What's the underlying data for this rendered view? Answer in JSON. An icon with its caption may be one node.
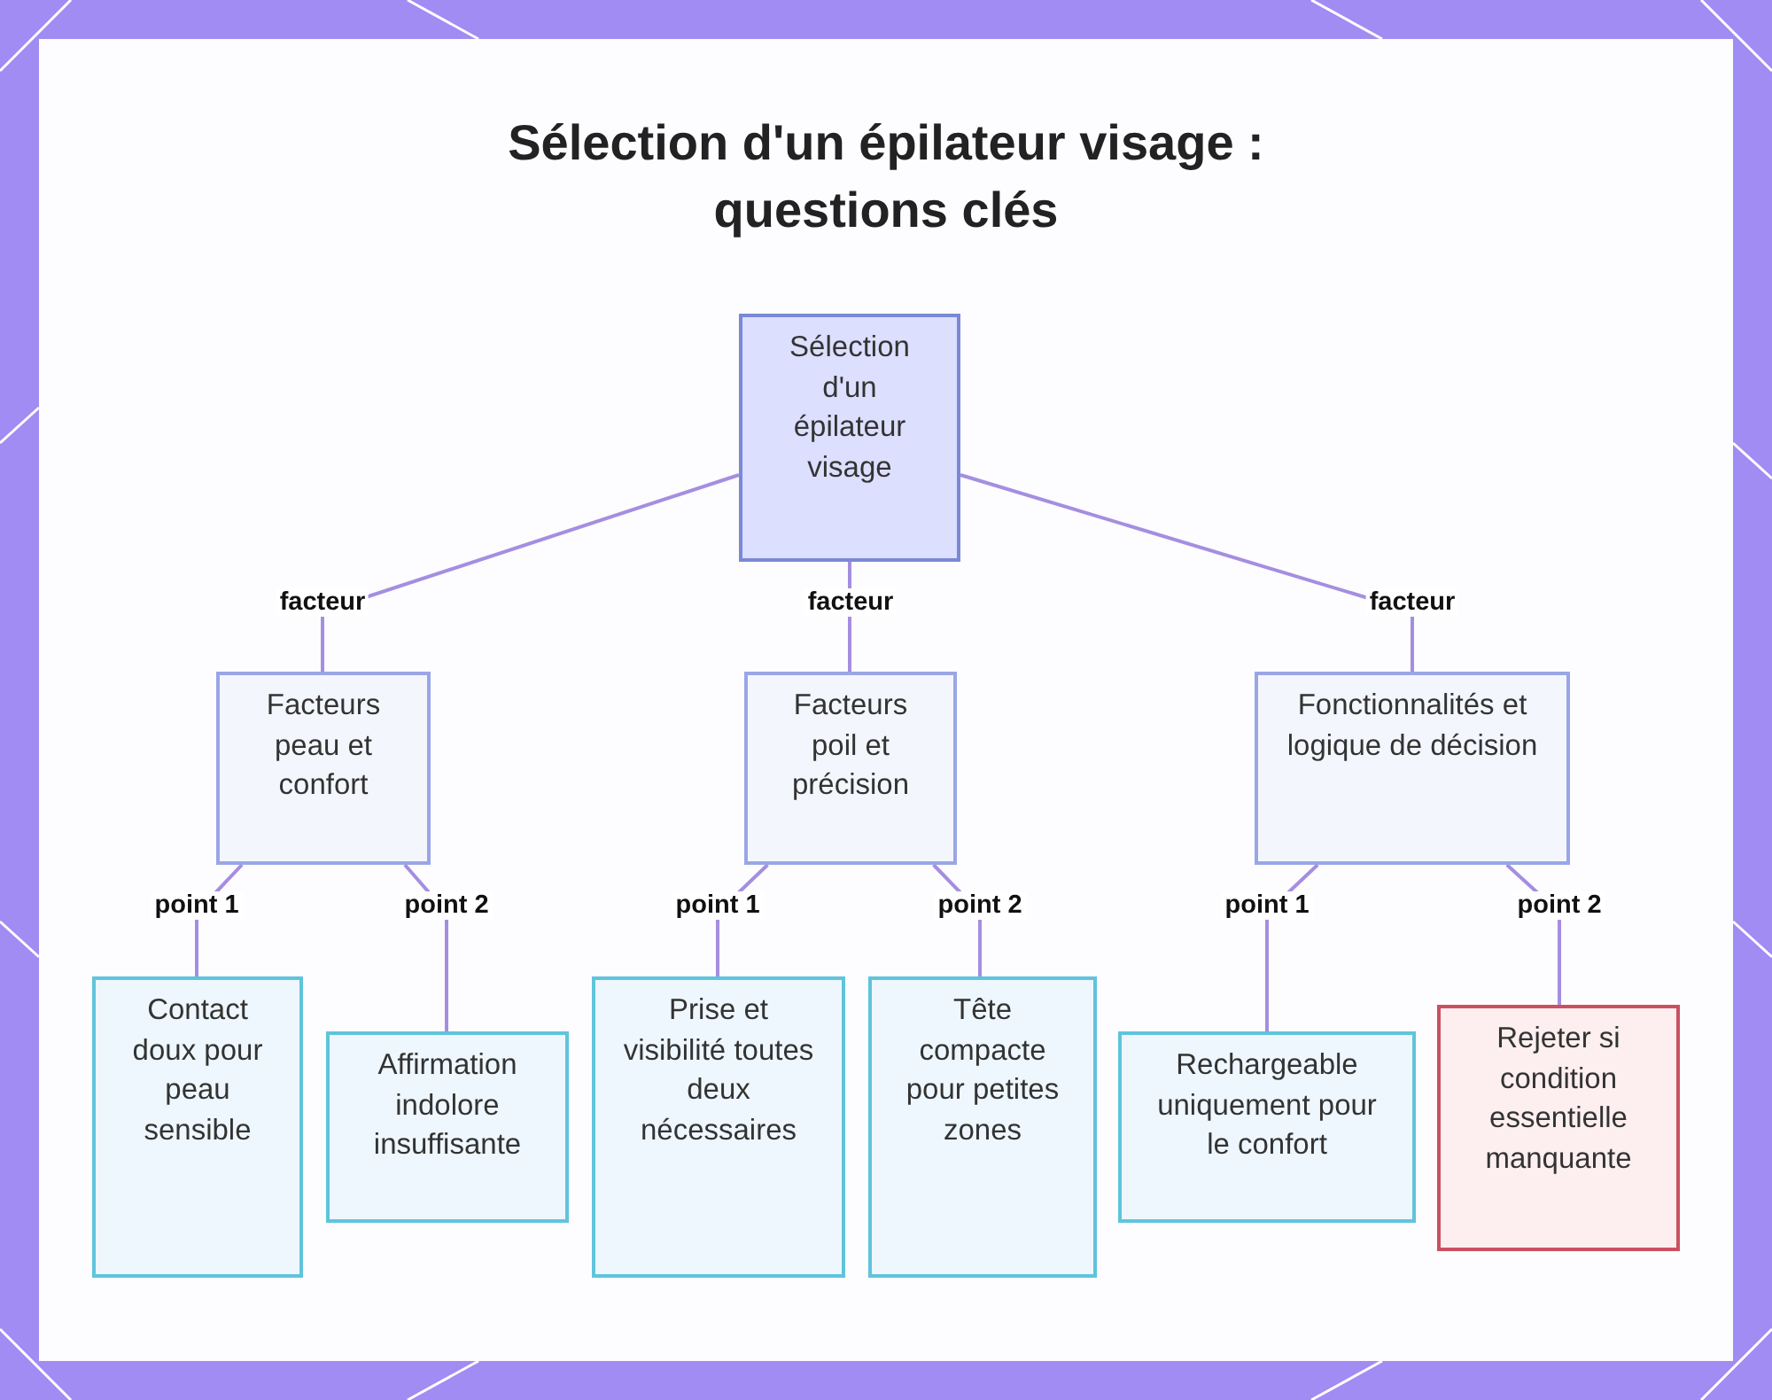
{
  "diagram": {
    "title": "Sélection d'un épilateur visage : questions clés",
    "nodes": [
      {
        "text": [
          "Sélection d'un épilateur visage"
        ]
      },
      {
        "text": [
          "Facteurs peau et confort"
        ]
      },
      {
        "text": [
          "Facteurs poil et précision"
        ]
      },
      {
        "text": [
          "Fonctionnalités et logique de décision"
        ]
      },
      {
        "text": [
          "Contact doux pour peau sensible"
        ]
      },
      {
        "text": [
          "Affirmation indolore insuffisante"
        ]
      },
      {
        "text": [
          "Prise et visibilité toutes deux nécessaires"
        ]
      },
      {
        "text": [
          "Tête compacte pour petites zones"
        ]
      },
      {
        "text": [
          "Rechargeable uniquement pour le confort"
        ]
      },
      {
        "text": [
          "Rejeter si condition essentielle manquante"
        ]
      }
    ],
    "edges": [
      {
        "from": 0,
        "to": 1,
        "arrow": "none",
        "label": "facteur"
      },
      {
        "from": 0,
        "to": 2,
        "arrow": "none",
        "label": "facteur"
      },
      {
        "from": 0,
        "to": 3,
        "arrow": "none",
        "label": "facteur"
      },
      {
        "from": 1,
        "to": 4,
        "arrow": "none",
        "label": "point 1"
      },
      {
        "from": 1,
        "to": 5,
        "arrow": "none",
        "label": "point 2"
      },
      {
        "from": 2,
        "to": 6,
        "arrow": "none",
        "label": "point 1"
      },
      {
        "from": 2,
        "to": 7,
        "arrow": "none",
        "label": "point 2"
      },
      {
        "from": 3,
        "to": 8,
        "arrow": "none",
        "label": "point 1"
      },
      {
        "from": 3,
        "to": 9,
        "arrow": "none",
        "label": "point 2"
      }
    ]
  }
}
